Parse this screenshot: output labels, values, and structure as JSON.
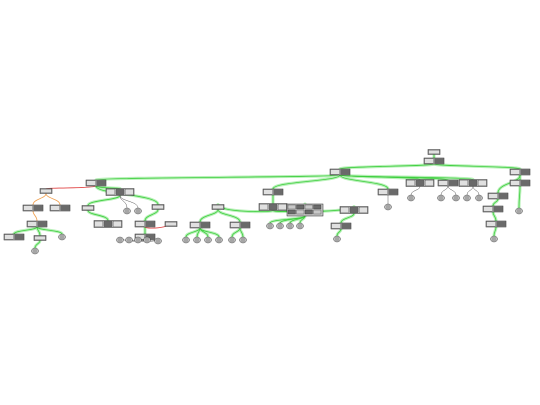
{
  "diagram": {
    "kind": "tree",
    "colors": {
      "background": "#ffffff",
      "edge_ok": "#3fcf3f",
      "edge_ok_halo": "#b8f0b8",
      "edge_warn": "#f0a050",
      "edge_error": "#e04040",
      "edge_plain": "#555555",
      "node_border": "#222222",
      "node_fill": "#c8c8c8",
      "node_dark": "#6a6a6a",
      "leaf_fill": "#bdbdbd"
    },
    "root": "n0",
    "nodes": [
      {
        "id": "n0",
        "type": "box"
      },
      {
        "id": "n1",
        "parent": "n0",
        "type": "pair"
      },
      {
        "id": "n2",
        "parent": "n1",
        "type": "pair"
      },
      {
        "id": "n3",
        "parent": "n2",
        "type": "pair"
      },
      {
        "id": "n4",
        "parent": "n2",
        "type": "pair"
      },
      {
        "id": "n5",
        "parent": "n2",
        "type": "pair"
      },
      {
        "id": "n6",
        "parent": "n2",
        "type": "triple"
      },
      {
        "id": "n7",
        "parent": "n2",
        "type": "pair"
      },
      {
        "id": "n8",
        "parent": "n2",
        "type": "triple"
      },
      {
        "id": "n9",
        "parent": "n3",
        "type": "box",
        "edge": "error"
      },
      {
        "id": "n10",
        "parent": "n3",
        "type": "triple"
      },
      {
        "id": "n11",
        "parent": "n3",
        "type": "box"
      },
      {
        "id": "n12",
        "parent": "n9",
        "type": "pair",
        "edge": "warn"
      },
      {
        "id": "n13",
        "parent": "n9",
        "type": "pair",
        "edge": "warn"
      },
      {
        "id": "n14",
        "parent": "n12",
        "type": "pair",
        "edge": "warn"
      },
      {
        "id": "n15",
        "parent": "n14",
        "type": "pair"
      },
      {
        "id": "n16",
        "parent": "n14",
        "type": "box"
      },
      {
        "id": "n17",
        "parent": "n16",
        "type": "leaf"
      },
      {
        "id": "n18",
        "parent": "n14",
        "type": "leaf"
      },
      {
        "id": "n19",
        "parent": "n10",
        "type": "box"
      },
      {
        "id": "n20",
        "parent": "n19",
        "type": "triple"
      },
      {
        "id": "n21",
        "parent": "n10",
        "type": "leaf",
        "edge": "plain"
      },
      {
        "id": "n22",
        "parent": "n10",
        "type": "leaf",
        "edge": "plain"
      },
      {
        "id": "n23",
        "parent": "n11",
        "type": "pair"
      },
      {
        "id": "n24",
        "parent": "n23",
        "type": "pair"
      },
      {
        "id": "n25",
        "parent": "n24",
        "type": "leaf",
        "edge": "plain"
      },
      {
        "id": "n26",
        "parent": "n24",
        "type": "leaf",
        "edge": "plain"
      },
      {
        "id": "n27",
        "parent": "n24",
        "type": "leaf",
        "edge": "plain"
      },
      {
        "id": "n28",
        "parent": "n24",
        "type": "leaf",
        "edge": "plain"
      },
      {
        "id": "n29",
        "parent": "n24",
        "type": "leaf",
        "edge": "plain"
      },
      {
        "id": "n30",
        "parent": "n23",
        "type": "box",
        "edge": "error"
      },
      {
        "id": "n31",
        "parent": "n4",
        "type": "triple"
      },
      {
        "id": "n32",
        "parent": "n31",
        "type": "box"
      },
      {
        "id": "n33",
        "parent": "n32",
        "type": "pair"
      },
      {
        "id": "n34",
        "parent": "n33",
        "type": "leaf"
      },
      {
        "id": "n35",
        "parent": "n33",
        "type": "leaf"
      },
      {
        "id": "n36",
        "parent": "n33",
        "type": "leaf"
      },
      {
        "id": "n37",
        "parent": "n33",
        "type": "leaf"
      },
      {
        "id": "n38",
        "parent": "n32",
        "type": "pair"
      },
      {
        "id": "n39",
        "parent": "n38",
        "type": "leaf"
      },
      {
        "id": "n40",
        "parent": "n38",
        "type": "leaf"
      },
      {
        "id": "n41",
        "parent": "n31",
        "type": "grid"
      },
      {
        "id": "n42",
        "parent": "n41",
        "type": "leaf"
      },
      {
        "id": "n43",
        "parent": "n41",
        "type": "leaf"
      },
      {
        "id": "n44",
        "parent": "n41",
        "type": "leaf"
      },
      {
        "id": "n45",
        "parent": "n41",
        "type": "leaf"
      },
      {
        "id": "n46",
        "parent": "n31",
        "type": "triple"
      },
      {
        "id": "n47",
        "parent": "n46",
        "type": "pair"
      },
      {
        "id": "n48",
        "parent": "n47",
        "type": "leaf"
      },
      {
        "id": "n49",
        "parent": "n5",
        "type": "leaf",
        "edge": "plain"
      },
      {
        "id": "n50",
        "parent": "n6",
        "type": "leaf",
        "edge": "plain"
      },
      {
        "id": "n51",
        "parent": "n7",
        "type": "leaf",
        "edge": "plain"
      },
      {
        "id": "n52",
        "parent": "n7",
        "type": "leaf",
        "edge": "plain"
      },
      {
        "id": "n53",
        "parent": "n8",
        "type": "leaf",
        "edge": "plain"
      },
      {
        "id": "n54",
        "parent": "n8",
        "type": "leaf",
        "edge": "plain"
      },
      {
        "id": "n55",
        "parent": "n1",
        "type": "pair"
      },
      {
        "id": "n56",
        "parent": "n55",
        "type": "pair"
      },
      {
        "id": "n57",
        "parent": "n55",
        "type": "pair"
      },
      {
        "id": "n58",
        "parent": "n57",
        "type": "pair"
      },
      {
        "id": "n59",
        "parent": "n58",
        "type": "pair"
      },
      {
        "id": "n60",
        "parent": "n59",
        "type": "leaf"
      },
      {
        "id": "n61",
        "parent": "n56",
        "type": "leaf"
      }
    ]
  }
}
